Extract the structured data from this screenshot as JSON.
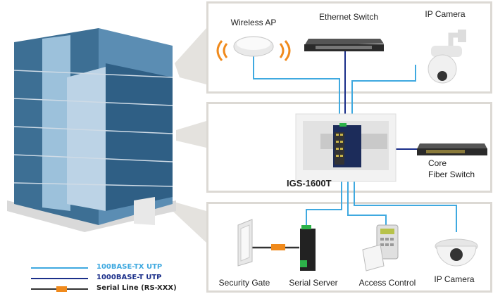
{
  "top_panel": {
    "wireless_ap": "Wireless AP",
    "ethernet_switch": "Ethernet Switch",
    "ip_camera": "IP Camera"
  },
  "middle_panel": {
    "model": "IGS-1600T",
    "core_switch_line1": "Core",
    "core_switch_line2": "Fiber Switch"
  },
  "bottom_panel": {
    "security_gate": "Security Gate",
    "serial_server": "Serial Server",
    "access_control": "Access Control",
    "ip_camera": "IP Camera"
  },
  "legend": [
    {
      "label": "100BASE-TX UTP",
      "color": "#3fa9e0"
    },
    {
      "label": "1000BASE-T UTP",
      "color": "#1b2f8a"
    },
    {
      "label": "Serial Line (RS-XXX)",
      "color": "#333333"
    }
  ],
  "colors": {
    "panel_border": "#dcd9d4",
    "serial_connector": "#f08a1c",
    "switch_body": "#1c2c5a"
  }
}
